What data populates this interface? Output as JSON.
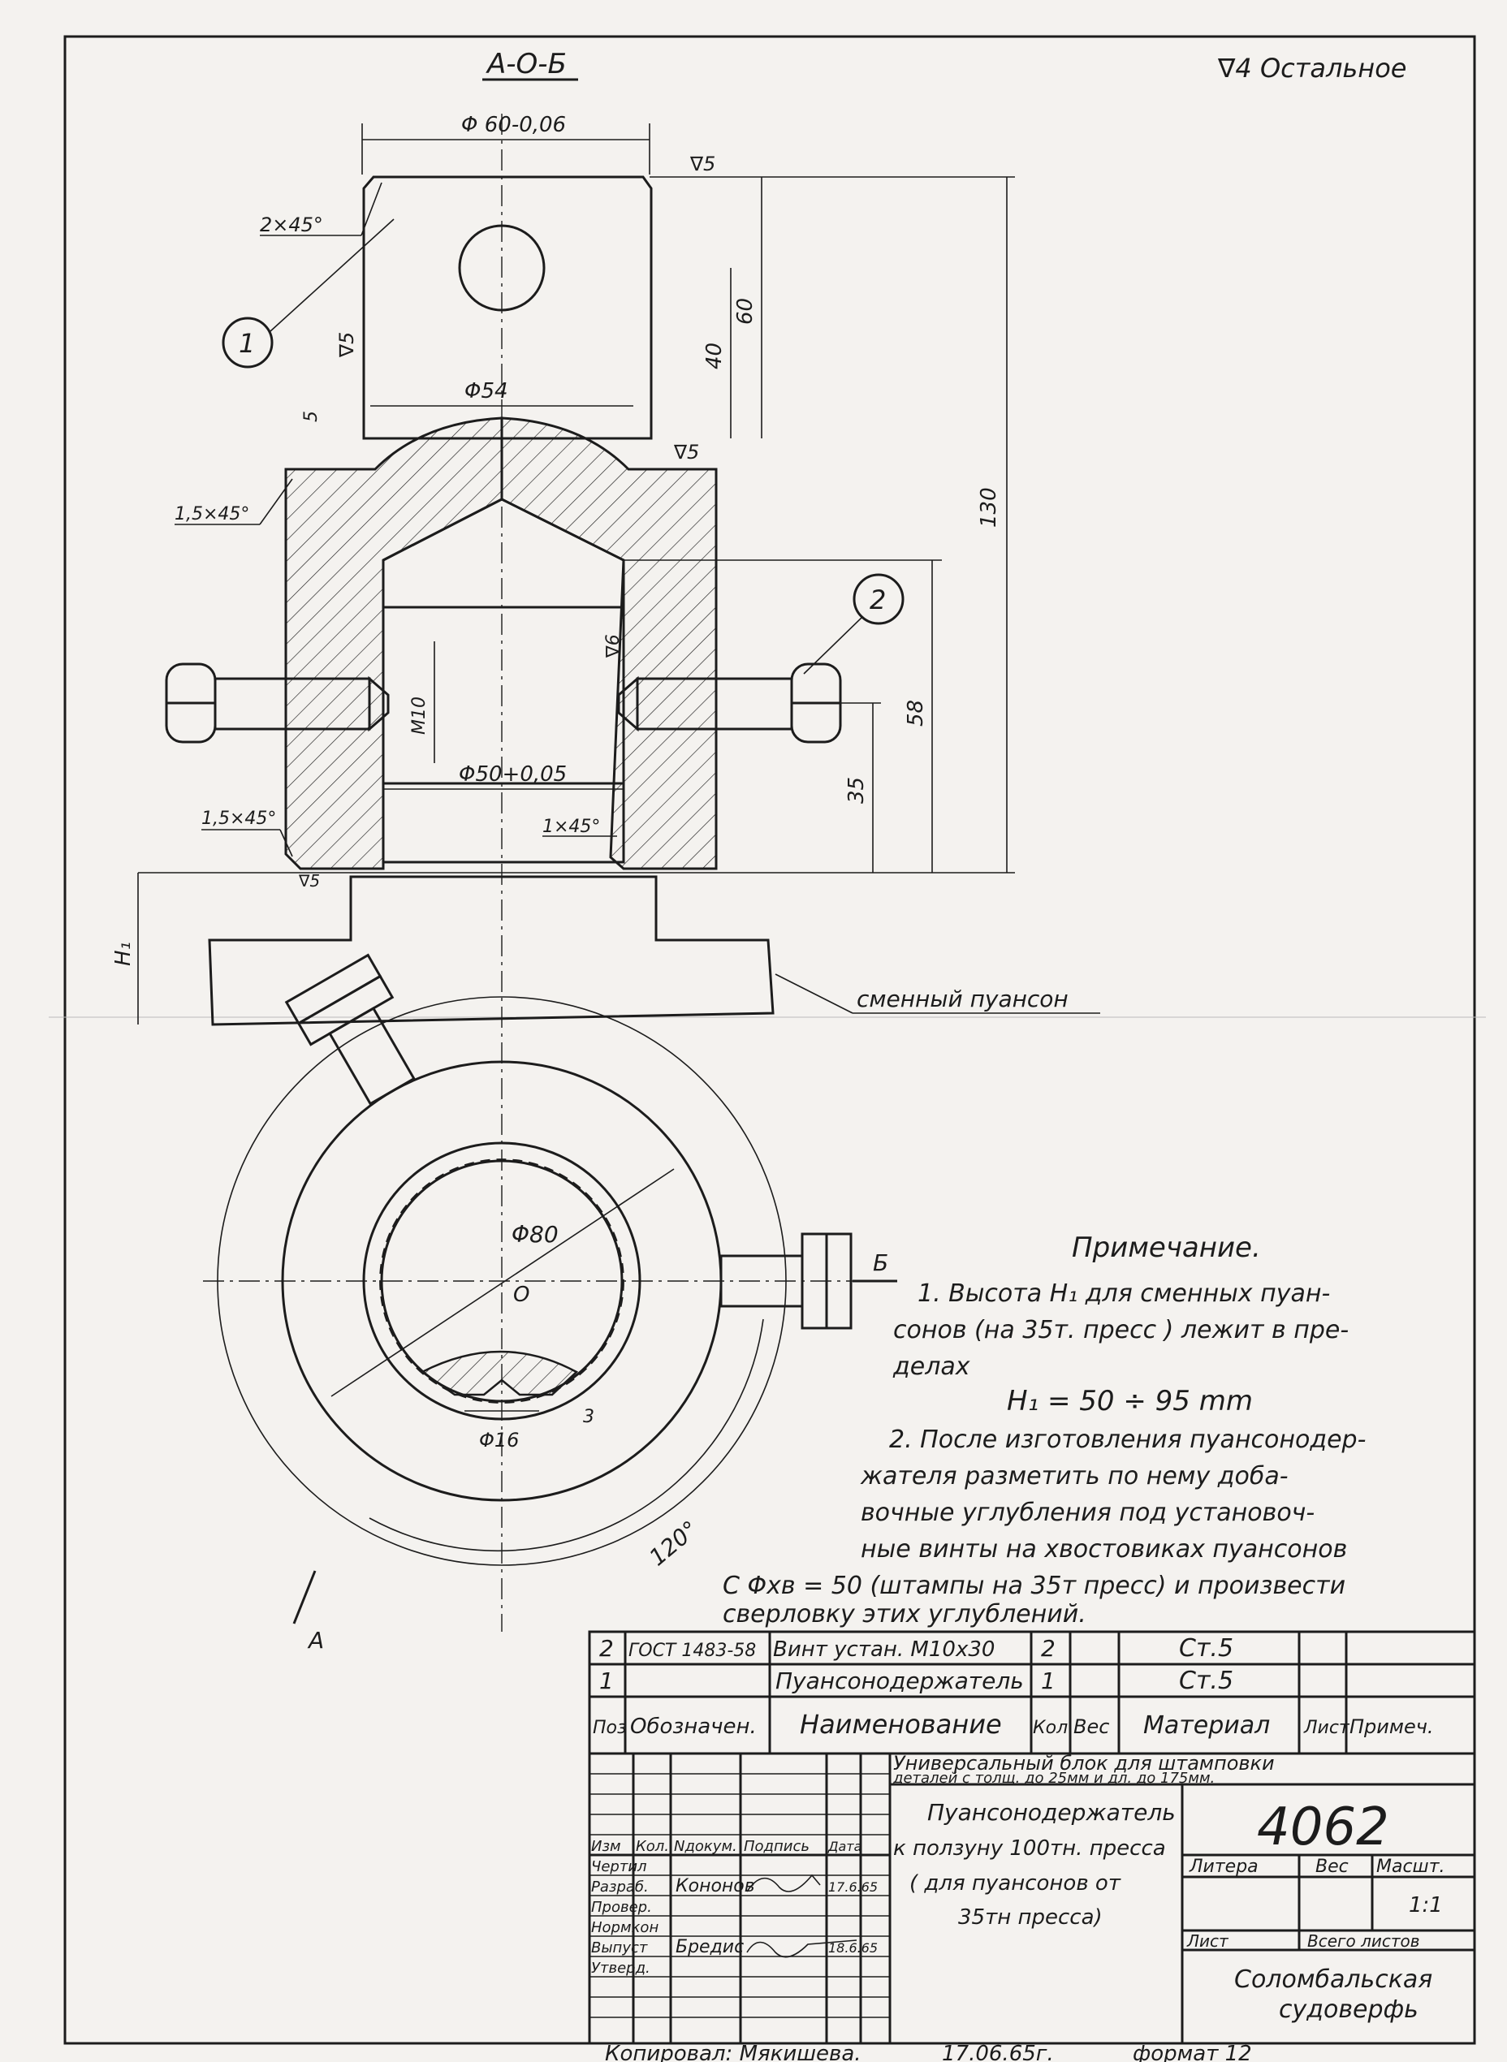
{
  "drawing": {
    "section_label": "А-О-Б",
    "surface_rest": "∇4 Остальное",
    "dim_d60": "Φ 60-0,06",
    "finish_5a": "∇5",
    "finish_5b": "∇5",
    "finish_5c": "∇5",
    "finish_6": "∇6",
    "finish_5d": "∇5",
    "chamfer_2x45": "2×45°",
    "chamfer_15x45_top": "1,5×45°",
    "chamfer_15x45_bot": "1,5×45°",
    "chamfer_1x45": "1×45°",
    "dim_40": "40",
    "dim_60": "60",
    "dim_130": "130",
    "dim_58": "58",
    "dim_35": "35",
    "dim_5": "5",
    "dim_d54": "Φ54",
    "dim_m10": "M10",
    "dim_d50": "Φ50+0,05",
    "dim_h1": "H₁",
    "dim_d80": "Φ80",
    "dim_d16": "Φ16",
    "dim_3": "3",
    "angle_120": "120°",
    "center_o": "О",
    "section_a": "А",
    "section_b": "Б",
    "callout_1": "1",
    "callout_2": "2",
    "leader_punch": "сменный пуансон"
  },
  "notes": {
    "title": "Примечание.",
    "lines": [
      "1. Высота   H₁  для  сменных  пуан-",
      "сонов  (на  35т. пресс )  лежит  в  пре-",
      "делах",
      "H₁ = 50 ÷ 95 mm",
      "2.  После   изготовления   пуансонодер-",
      "жателя   разметить   по   нему   доба-",
      "вочные   углубления   под   установоч-",
      "ные   винты  на хвостовиках  пуансонов",
      "С  Φхв = 50 (штампы на 35т пресс) и произвести",
      "сверловку   этих   углублений."
    ]
  },
  "parts_list": {
    "rows": [
      {
        "pos": "2",
        "designation": "ГОСТ 1483-58",
        "name": "Винт устан. М10х30",
        "qty": "2",
        "material": "Ст.5"
      },
      {
        "pos": "1",
        "designation": "",
        "name": "Пуансонодержатель",
        "qty": "1",
        "material": "Ст.5"
      }
    ],
    "headers": {
      "pos": "Поз",
      "designation": "Обозначен.",
      "name": "Наименование",
      "qty": "Кол.",
      "weight": "Вес",
      "material": "Материал",
      "sheet": "Лист",
      "note": "Примеч."
    }
  },
  "title_block": {
    "assembly_line1": "Универсальный блок для штамповки",
    "assembly_line2": "деталей с толщ. до 25мм и дл. до 175мм.",
    "doc_number": "4062",
    "title_lines": [
      "Пуансонодержатель",
      "к ползуну 100тн. пресса",
      "( для пуансонов от",
      "35тн пресса)"
    ],
    "col_izm": "Изм",
    "col_kol": "Кол.",
    "col_ndoc": "Nдокум.",
    "col_sign": "Подпись",
    "col_date": "Дата",
    "role_cherti": "Чертил",
    "role_razrab": "Разраб.",
    "role_prover": "Провер.",
    "role_normk": "Нормкон",
    "role_vypusk": "Выпуст",
    "role_utverd": "Утверд.",
    "razrab_name": "Кононов",
    "razrab_date": "17.6.65",
    "vypusk_name": "Бредис",
    "vypusk_date": "18.6.65",
    "litera": "Литера",
    "ves": "Вес",
    "masht": "Масшт.",
    "scale": "1:1",
    "list": "Лист",
    "vsego": "Всего листов",
    "org_line1": "Соломбальская",
    "org_line2": "судоверфь",
    "copied": "Копировал: Мякишева.",
    "copied_date": "17.06.65г.",
    "format": "формат  12"
  }
}
